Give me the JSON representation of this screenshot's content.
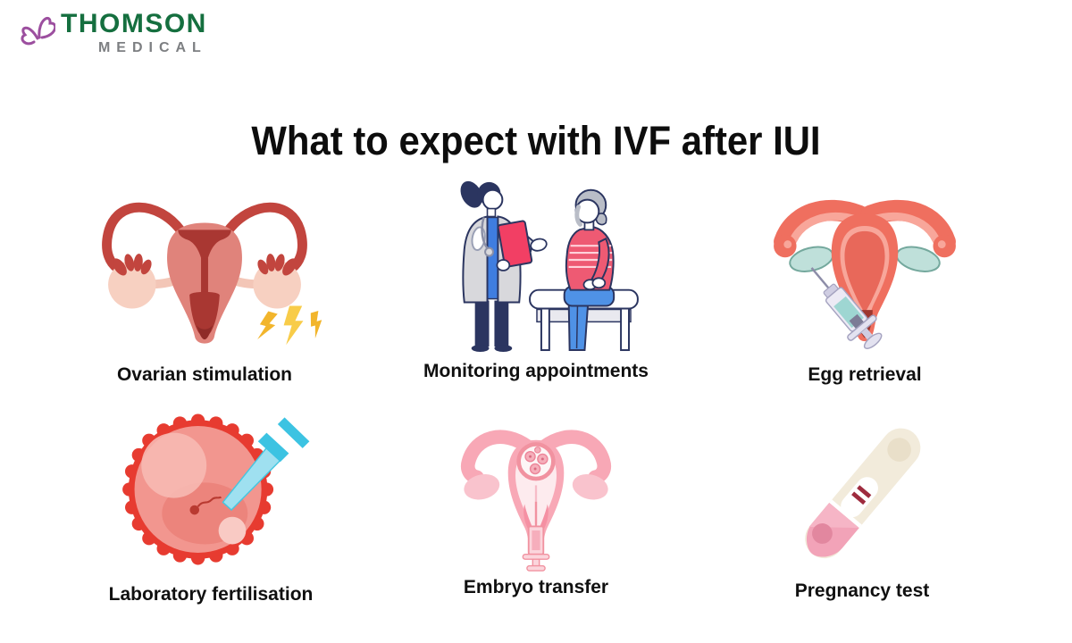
{
  "logo": {
    "brand": "THOMSON",
    "sub": "MEDICAL",
    "brand_color": "#156f3f",
    "sub_color": "#7d7f82",
    "butterfly_color": "#9c4f9f"
  },
  "title": "What to expect with IVF after IUI",
  "steps": [
    {
      "label": "Ovarian stimulation",
      "icon": "uterus-ovarian-stimulation-icon"
    },
    {
      "label": "Monitoring appointments",
      "icon": "doctor-patient-consult-icon"
    },
    {
      "label": "Egg retrieval",
      "icon": "uterus-needle-retrieval-icon"
    },
    {
      "label": "Laboratory fertilisation",
      "icon": "egg-cell-pipette-icon"
    },
    {
      "label": "Embryo transfer",
      "icon": "uterus-embryo-syringe-icon"
    },
    {
      "label": "Pregnancy test",
      "icon": "pregnancy-test-stick-icon"
    }
  ],
  "colors": {
    "uterus_dark_red": "#c2453e",
    "uterus_pink": "#e0837b",
    "cavity_red": "#a93732",
    "ovary_light": "#f7d0c1",
    "lightning_yellow": "#f7c93f",
    "outline_navy": "#2b3560",
    "coat_gray": "#d8d8dc",
    "clipboard_pink": "#f23f64",
    "sweater_pink": "#ee5a73",
    "jeans_blue": "#4f92e6",
    "hair_gray": "#b9bdc7",
    "coral": "#ef6f5f",
    "coral_light": "#f8a69a",
    "teal_ovary": "#bfe0da",
    "syringe_liquid_teal": "#9ed6d2",
    "egg_red": "#e73b30",
    "egg_pink": "#f2968f",
    "pipette_cyan": "#9fe0f0",
    "pipette_cyan_dark": "#3cc3e2",
    "soft_pink": "#f8a8b6",
    "pale_pink": "#fdebee",
    "embryo_outline": "#f192a0",
    "test_cream": "#f2ebdb",
    "test_cap_pink": "#f2a3b8",
    "test_line_red": "#9e2b3e"
  }
}
